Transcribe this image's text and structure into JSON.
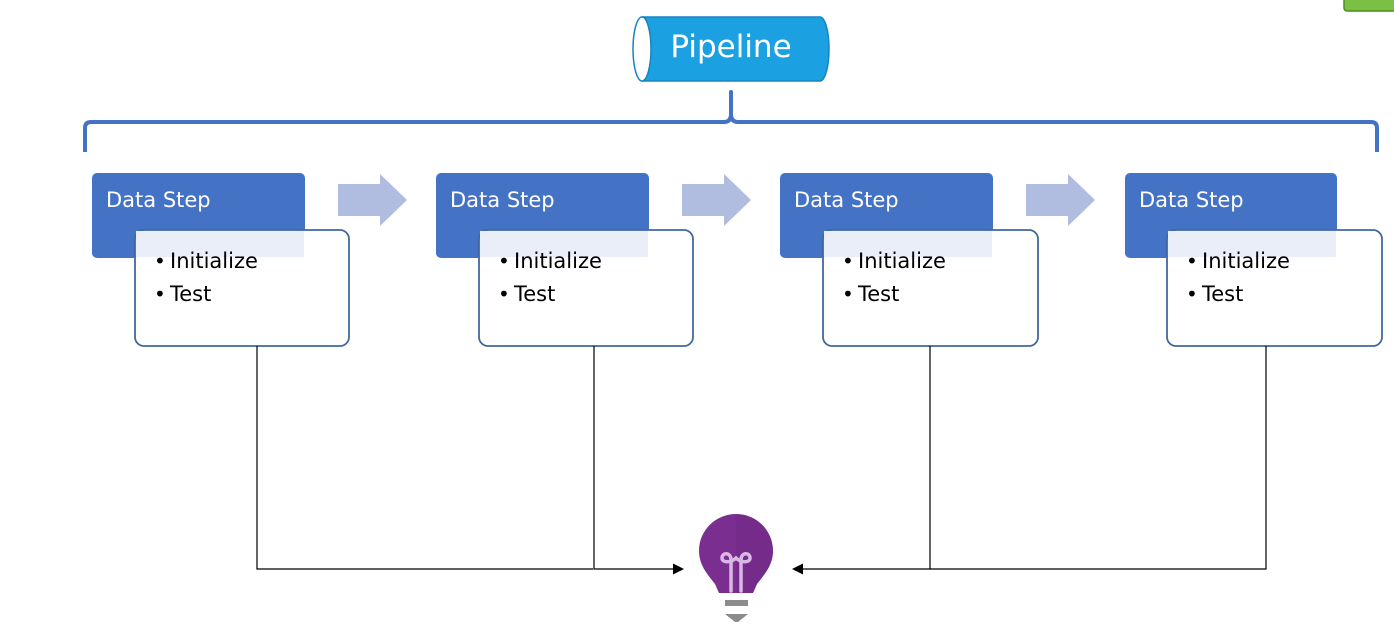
{
  "title": "Pipeline",
  "steps": [
    {
      "header": "Data Step",
      "items": [
        "Initialize",
        "Test"
      ]
    },
    {
      "header": "Data Step",
      "items": [
        "Initialize",
        "Test"
      ]
    },
    {
      "header": "Data Step",
      "items": [
        "Initialize",
        "Test"
      ]
    },
    {
      "header": "Data Step",
      "items": [
        "Initialize",
        "Test"
      ]
    }
  ],
  "colors": {
    "pipeline_fill": "#1ba1e2",
    "pipeline_stroke": "#1784c0",
    "brace": "#4472c4",
    "step_header": "#4472c4",
    "step_body_stroke": "#41689f",
    "step_body_fill": "#ffffff",
    "arrow": "#b0bce0",
    "connector": "#000000",
    "bulb_top": "#7a2e8f",
    "bulb_shade": "#6a2480",
    "bulb_base": "#8c8c8c",
    "corner_tab": "#7ac143"
  },
  "icons": {
    "output": "lightbulb-icon",
    "flow": "right-arrow-icon"
  }
}
